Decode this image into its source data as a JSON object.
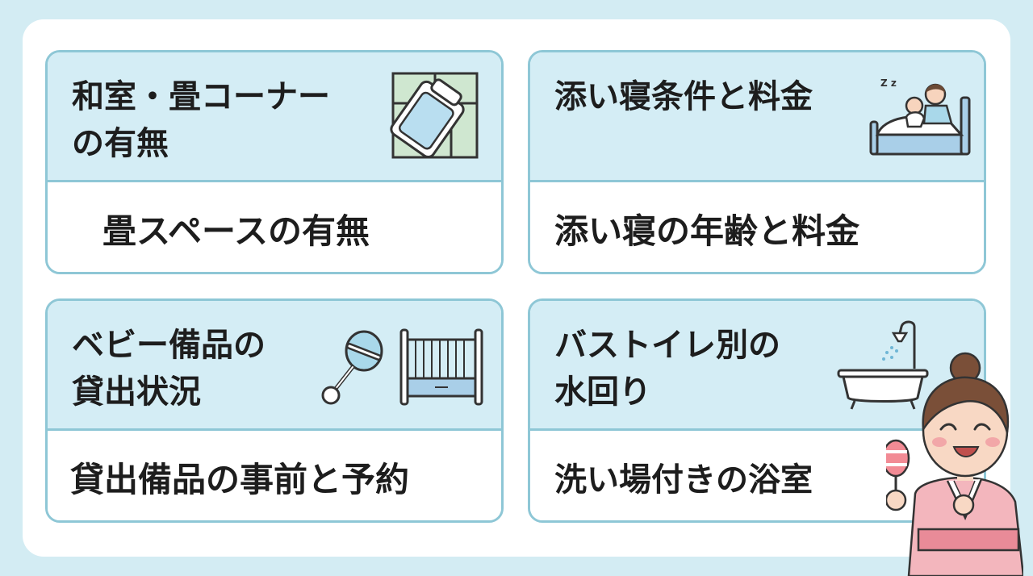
{
  "cards": [
    {
      "title": "和室・畳コーナー\nの有無",
      "desc": "畳スペースの有無",
      "icon": "tatami-futon-icon"
    },
    {
      "title": "添い寝条件と料金",
      "desc": "添い寝の年齢と料金",
      "icon": "cosleeping-bed-icon"
    },
    {
      "title": "ベビー備品の\n貸出状況",
      "desc": "貸出備品の事前と予約",
      "icon": "rattle-crib-icon"
    },
    {
      "title": "バストイレ別の\n水回り",
      "desc": "洗い場付きの浴室",
      "icon": "shower-bathtub-icon"
    }
  ],
  "colors": {
    "background": "#d3ecf3",
    "card_header": "#d4edf5",
    "card_border": "#8ec7d6",
    "text": "#1d1d1d",
    "accent_blue": "#a9d8ea",
    "kimono_pink": "#f3b6bd"
  }
}
